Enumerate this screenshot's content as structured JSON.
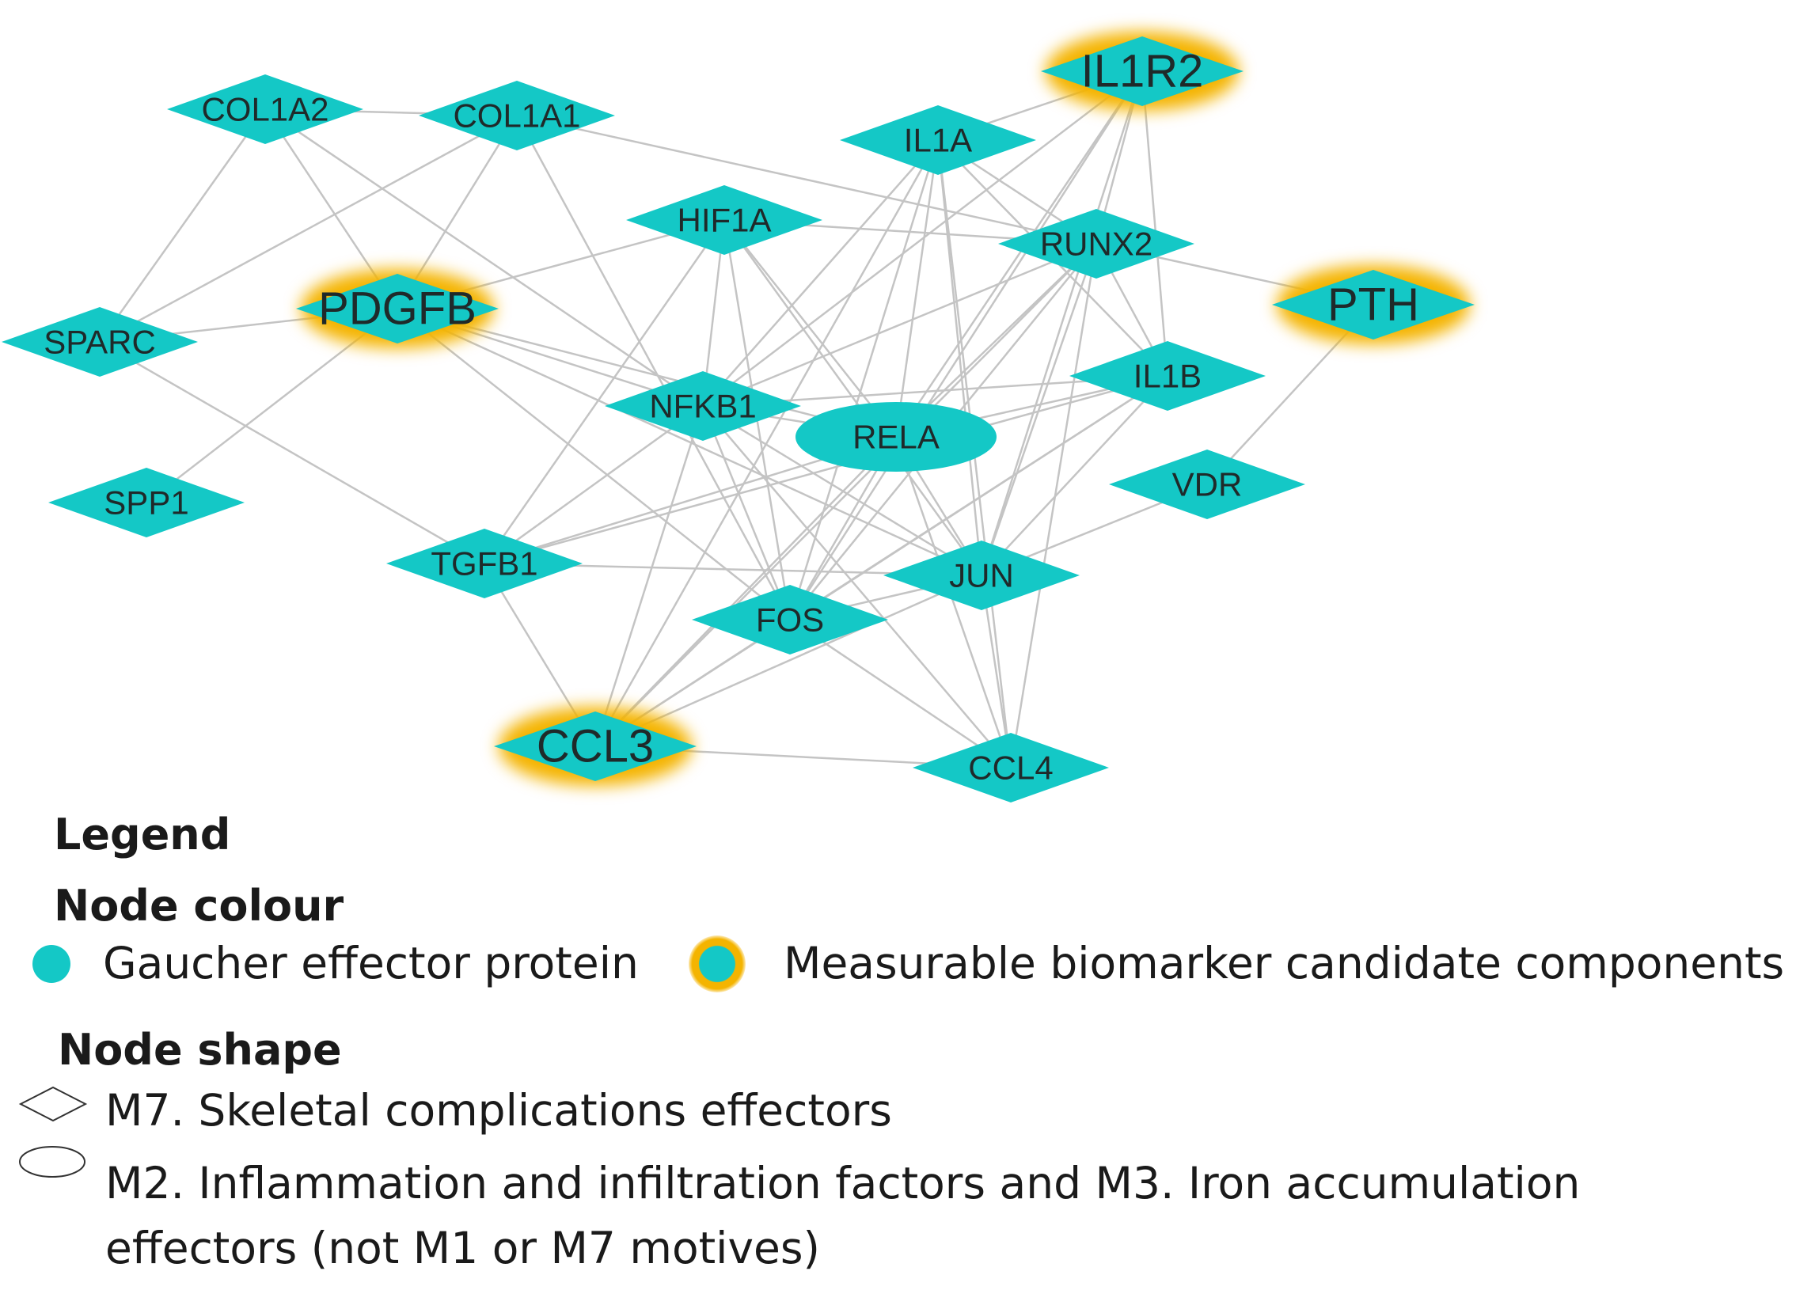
{
  "colors": {
    "node_fill": "#14c8c6",
    "highlight_glow": "#f4b400",
    "edge": "#c4c4c4",
    "label": "#1f2a2a"
  },
  "nodes": [
    {
      "id": "COL1A2",
      "label": "COL1A2",
      "shape": "diamond",
      "highlight": false
    },
    {
      "id": "COL1A1",
      "label": "COL1A1",
      "shape": "diamond",
      "highlight": false
    },
    {
      "id": "IL1R2",
      "label": "IL1R2",
      "shape": "diamond",
      "highlight": true
    },
    {
      "id": "IL1A",
      "label": "IL1A",
      "shape": "diamond",
      "highlight": false
    },
    {
      "id": "HIF1A",
      "label": "HIF1A",
      "shape": "diamond",
      "highlight": false
    },
    {
      "id": "RUNX2",
      "label": "RUNX2",
      "shape": "diamond",
      "highlight": false
    },
    {
      "id": "PDGFB",
      "label": "PDGFB",
      "shape": "diamond",
      "highlight": true
    },
    {
      "id": "PTH",
      "label": "PTH",
      "shape": "diamond",
      "highlight": true
    },
    {
      "id": "SPARC",
      "label": "SPARC",
      "shape": "diamond",
      "highlight": false
    },
    {
      "id": "IL1B",
      "label": "IL1B",
      "shape": "diamond",
      "highlight": false
    },
    {
      "id": "NFKB1",
      "label": "NFKB1",
      "shape": "diamond",
      "highlight": false
    },
    {
      "id": "RELA",
      "label": "RELA",
      "shape": "ellipse",
      "highlight": false
    },
    {
      "id": "SPP1",
      "label": "SPP1",
      "shape": "diamond",
      "highlight": false
    },
    {
      "id": "VDR",
      "label": "VDR",
      "shape": "diamond",
      "highlight": false
    },
    {
      "id": "TGFB1",
      "label": "TGFB1",
      "shape": "diamond",
      "highlight": false
    },
    {
      "id": "JUN",
      "label": "JUN",
      "shape": "diamond",
      "highlight": false
    },
    {
      "id": "FOS",
      "label": "FOS",
      "shape": "diamond",
      "highlight": false
    },
    {
      "id": "CCL3",
      "label": "CCL3",
      "shape": "diamond",
      "highlight": true
    },
    {
      "id": "CCL4",
      "label": "CCL4",
      "shape": "diamond",
      "highlight": false
    }
  ],
  "edges": [
    [
      "COL1A2",
      "COL1A1"
    ],
    [
      "COL1A2",
      "SPARC"
    ],
    [
      "COL1A2",
      "PDGFB"
    ],
    [
      "COL1A2",
      "NFKB1"
    ],
    [
      "COL1A1",
      "PDGFB"
    ],
    [
      "COL1A1",
      "SPARC"
    ],
    [
      "COL1A1",
      "RUNX2"
    ],
    [
      "COL1A1",
      "FOS"
    ],
    [
      "IL1R2",
      "IL1A"
    ],
    [
      "IL1R2",
      "RUNX2"
    ],
    [
      "IL1R2",
      "IL1B"
    ],
    [
      "IL1R2",
      "NFKB1"
    ],
    [
      "IL1R2",
      "RELA"
    ],
    [
      "IL1R2",
      "JUN"
    ],
    [
      "IL1R2",
      "FOS"
    ],
    [
      "IL1A",
      "RUNX2"
    ],
    [
      "IL1A",
      "NFKB1"
    ],
    [
      "IL1A",
      "RELA"
    ],
    [
      "IL1A",
      "JUN"
    ],
    [
      "IL1A",
      "FOS"
    ],
    [
      "IL1A",
      "IL1B"
    ],
    [
      "IL1A",
      "CCL3"
    ],
    [
      "IL1A",
      "CCL4"
    ],
    [
      "HIF1A",
      "PDGFB"
    ],
    [
      "HIF1A",
      "RUNX2"
    ],
    [
      "HIF1A",
      "NFKB1"
    ],
    [
      "HIF1A",
      "RELA"
    ],
    [
      "HIF1A",
      "TGFB1"
    ],
    [
      "HIF1A",
      "JUN"
    ],
    [
      "HIF1A",
      "FOS"
    ],
    [
      "RUNX2",
      "PTH"
    ],
    [
      "RUNX2",
      "IL1B"
    ],
    [
      "RUNX2",
      "NFKB1"
    ],
    [
      "RUNX2",
      "RELA"
    ],
    [
      "RUNX2",
      "JUN"
    ],
    [
      "RUNX2",
      "FOS"
    ],
    [
      "RUNX2",
      "CCL3"
    ],
    [
      "RUNX2",
      "CCL4"
    ],
    [
      "PDGFB",
      "SPARC"
    ],
    [
      "PDGFB",
      "SPP1"
    ],
    [
      "PDGFB",
      "NFKB1"
    ],
    [
      "PDGFB",
      "RELA"
    ],
    [
      "PDGFB",
      "JUN"
    ],
    [
      "PDGFB",
      "FOS"
    ],
    [
      "PTH",
      "VDR"
    ],
    [
      "SPARC",
      "TGFB1"
    ],
    [
      "IL1B",
      "NFKB1"
    ],
    [
      "IL1B",
      "RELA"
    ],
    [
      "IL1B",
      "JUN"
    ],
    [
      "IL1B",
      "FOS"
    ],
    [
      "IL1B",
      "CCL3"
    ],
    [
      "IL1B",
      "TGFB1"
    ],
    [
      "NFKB1",
      "RELA"
    ],
    [
      "NFKB1",
      "JUN"
    ],
    [
      "NFKB1",
      "FOS"
    ],
    [
      "NFKB1",
      "CCL3"
    ],
    [
      "NFKB1",
      "CCL4"
    ],
    [
      "NFKB1",
      "TGFB1"
    ],
    [
      "RELA",
      "JUN"
    ],
    [
      "RELA",
      "FOS"
    ],
    [
      "RELA",
      "CCL3"
    ],
    [
      "RELA",
      "CCL4"
    ],
    [
      "RELA",
      "TGFB1"
    ],
    [
      "VDR",
      "JUN"
    ],
    [
      "TGFB1",
      "JUN"
    ],
    [
      "TGFB1",
      "CCL3"
    ],
    [
      "JUN",
      "FOS"
    ],
    [
      "JUN",
      "CCL3"
    ],
    [
      "JUN",
      "CCL4"
    ],
    [
      "FOS",
      "CCL3"
    ],
    [
      "FOS",
      "CCL4"
    ],
    [
      "CCL3",
      "CCL4"
    ]
  ],
  "legend": {
    "title": "Legend",
    "node_colour_heading": "Node colour",
    "effector_label": "Gaucher effector protein",
    "biomarker_label": "Measurable biomarker candidate components",
    "node_shape_heading": "Node shape",
    "diamond_label": "M7. Skeletal complications effectors",
    "ellipse_label_line1": "M2. Inflammation and infiltration factors and M3. Iron accumulation",
    "ellipse_label_line2": "effectors (not M1 or M7 motives)"
  }
}
